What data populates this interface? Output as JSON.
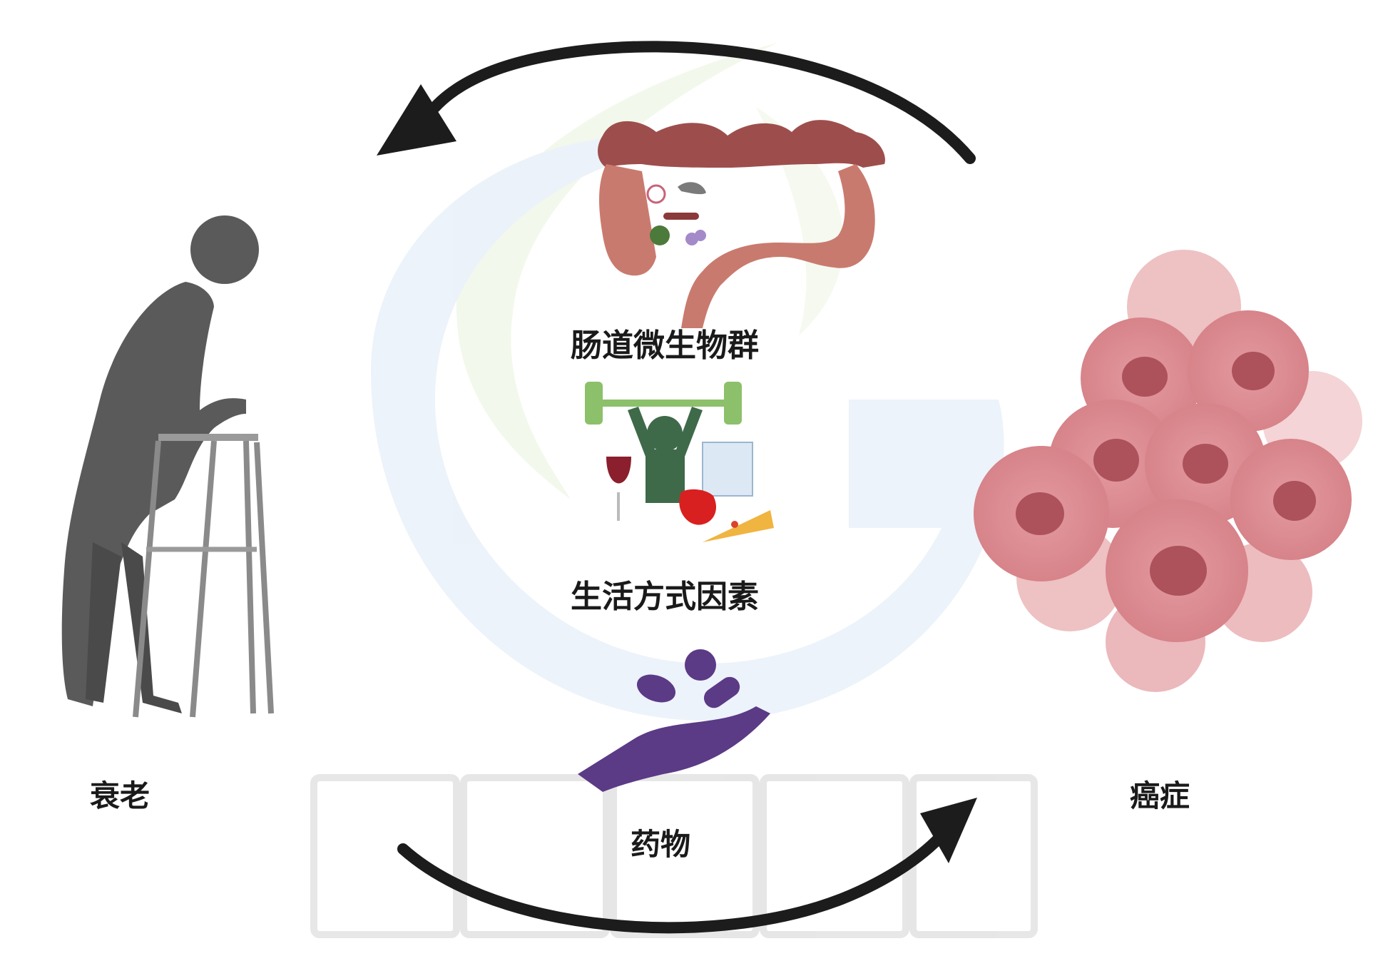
{
  "labels": {
    "gut_microbiota": "肠道微生物群",
    "lifestyle": "生活方式因素",
    "drugs": "药物",
    "aging": "衰老",
    "cancer": "癌症"
  },
  "icons": {
    "gut": "intestine-microbes-icon",
    "lifestyle": "barbell-person-food-icon",
    "drugs": "pills-hand-icon",
    "aging": "elderly-walker-icon",
    "cancer": "cancer-cell-cluster-icon"
  },
  "colors": {
    "arrow": "#1c1c1c",
    "intestine": "#c97a6e",
    "colon_top": "#9d4e4c",
    "lifter": "#3e6a4a",
    "barbell": "#8cc06a",
    "pill": "#5b3a86",
    "silhouette": "#5a5a5a",
    "cell": "#d98a8f",
    "nucleus": "#ad525a",
    "watermark_logo": "#dfeaf6"
  }
}
